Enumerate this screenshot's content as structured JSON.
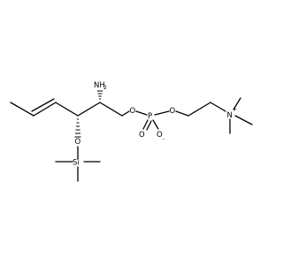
{
  "molecule": {
    "atoms": {
      "amine_n": "N",
      "amine_h": "H",
      "amine_h_count": "2",
      "ether_o": "O",
      "si": "Si",
      "ester_o1": "O",
      "phosphorus": "P",
      "p_double_o": "O",
      "p_anion_o": "O",
      "anion_charge": "-",
      "ester_o2": "O",
      "ammonium_n": "N",
      "cation_charge": "+"
    },
    "colors": {
      "bond": "#000000",
      "label": "#000000",
      "background": "#ffffff"
    }
  }
}
